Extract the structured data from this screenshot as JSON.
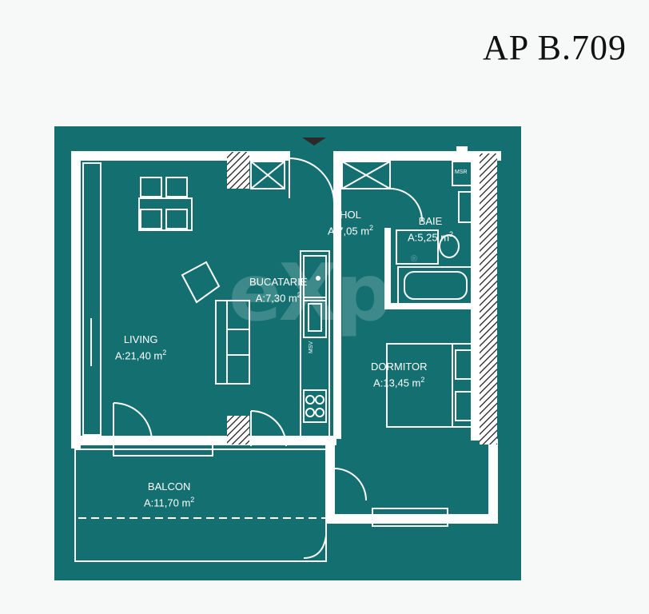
{
  "header": {
    "title": "AP B.709"
  },
  "watermark": {
    "text": "eXp",
    "registered": "®"
  },
  "colors": {
    "plan_background": "#146f70",
    "walls": "#ffffff",
    "title": "#111111"
  },
  "rooms": {
    "hol": {
      "name": "HOL",
      "area": "A:7,05  m",
      "exp": "2"
    },
    "baie": {
      "name": "BAIE",
      "area": "A:5,25  m",
      "exp": "2"
    },
    "bucatarie": {
      "name": "BUCATARIE",
      "area": "A:7,30  m",
      "exp": "2"
    },
    "living": {
      "name": "LIVING",
      "area": "A:21,40  m",
      "exp": "2"
    },
    "dormitor": {
      "name": "DORMITOR",
      "area": "A:13,45  m",
      "exp": "2"
    },
    "balcon": {
      "name": "BALCON",
      "area": "A:11,70  m",
      "exp": "2"
    }
  },
  "fixtures": {
    "msr": "MSR",
    "msv": "MSV"
  }
}
